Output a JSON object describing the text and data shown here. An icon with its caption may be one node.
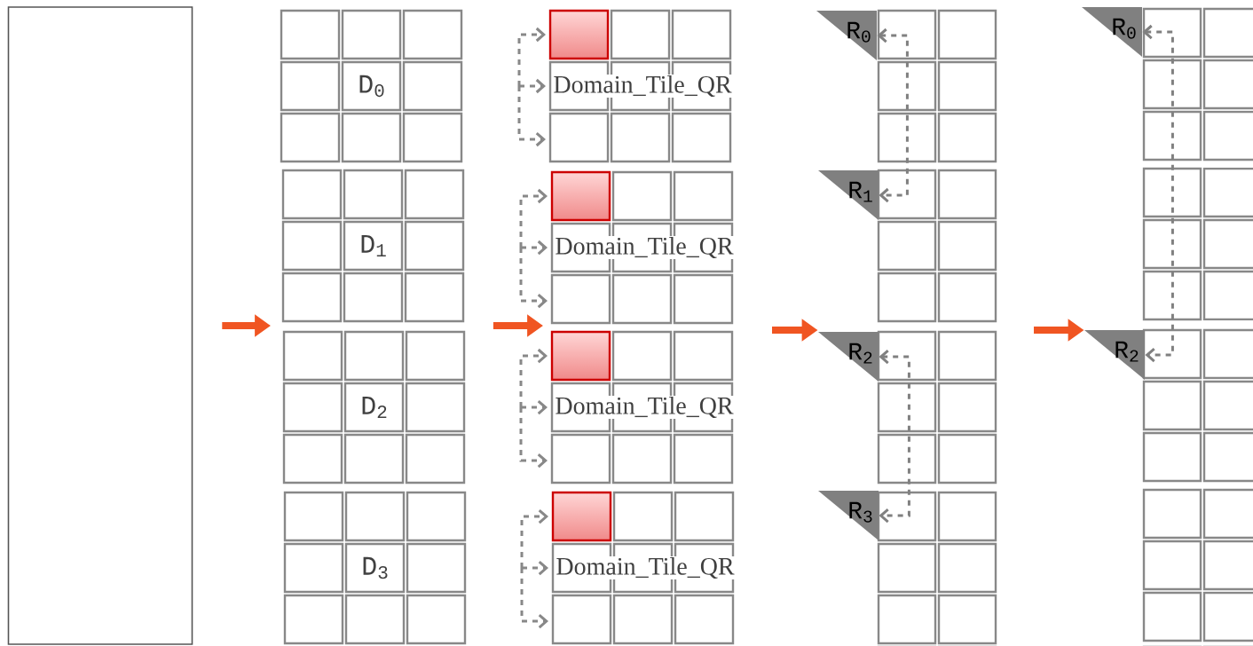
{
  "diagram": {
    "nodes": [
      {
        "text": [],
        "shape": "box"
      },
      {
        "text": [
          "D$_{0}$"
        ]
      },
      {
        "text": [
          "D$_{1}$"
        ]
      },
      {
        "text": [
          "D$_{2}$"
        ]
      },
      {
        "text": [
          "D$_{3}$"
        ]
      },
      {
        "text": [
          "Domain_Tile_QR"
        ]
      },
      {
        "text": [
          "Domain_Tile_QR"
        ]
      },
      {
        "text": [
          "Domain_Tile_QR"
        ]
      },
      {
        "text": [
          "Domain_Tile_QR"
        ]
      },
      {
        "text": [
          "R$_{0}$"
        ]
      },
      {
        "text": [
          "R$_{1}$"
        ]
      },
      {
        "text": [
          "R$_{2}$"
        ]
      },
      {
        "text": [
          "R$_{3}$"
        ]
      },
      {
        "text": [
          "R$_{0}$"
        ]
      },
      {
        "text": [
          "R$_{2}$"
        ]
      }
    ],
    "edges": [
      {
        "from": 0,
        "to": 3,
        "arrow": "to"
      },
      {
        "from": 3,
        "to": 7,
        "arrow": "to"
      },
      {
        "from": null,
        "to": 11,
        "arrow": "to"
      },
      {
        "from": null,
        "to": 14,
        "arrow": "to"
      },
      {
        "from": 9,
        "to": 10,
        "arrow": "both",
        "style": "dashed",
        "color": "#808080"
      },
      {
        "from": 11,
        "to": 12,
        "arrow": "both",
        "style": "dashed",
        "color": "#808080"
      },
      {
        "from": 13,
        "to": 14,
        "arrow": "both",
        "style": "dashed",
        "color": "#808080"
      }
    ]
  }
}
